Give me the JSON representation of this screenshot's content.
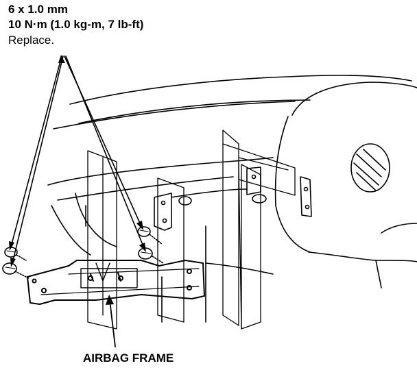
{
  "callout": {
    "size": "6 x 1.0 mm",
    "torque": "10 N·m (1.0 kg-m, 7 lb-ft)",
    "note": "Replace."
  },
  "label": "AIRBAG FRAME",
  "colors": {
    "ink": "#000000",
    "paper": "#ffffff"
  }
}
